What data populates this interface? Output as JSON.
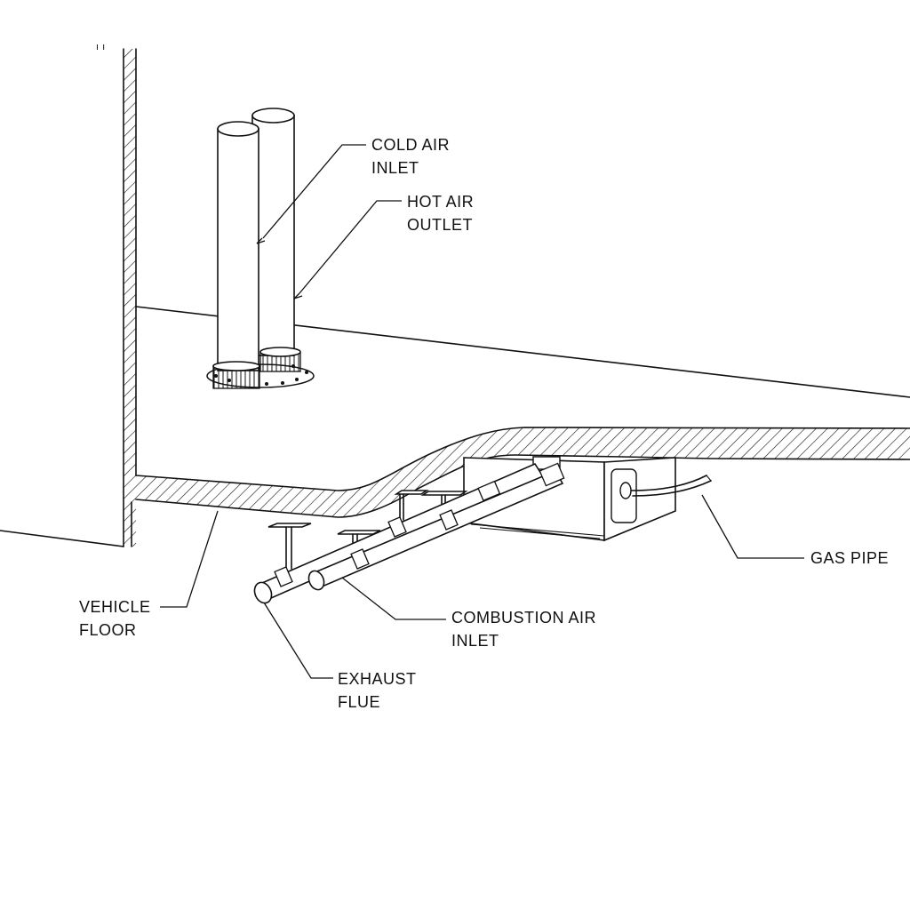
{
  "labels": {
    "cold_air_inlet": [
      "COLD AIR",
      "INLET"
    ],
    "hot_air_outlet": [
      "HOT AIR",
      "OUTLET"
    ],
    "gas_pipe": [
      "GAS PIPE"
    ],
    "vehicle_floor": [
      "VEHICLE",
      "FLOOR"
    ],
    "combustion_air_inlet": [
      "COMBUSTION AIR",
      "INLET"
    ],
    "exhaust_flue": [
      "EXHAUST",
      "FLUE"
    ]
  },
  "colors": {
    "line": "#111111",
    "background": "#ffffff"
  }
}
